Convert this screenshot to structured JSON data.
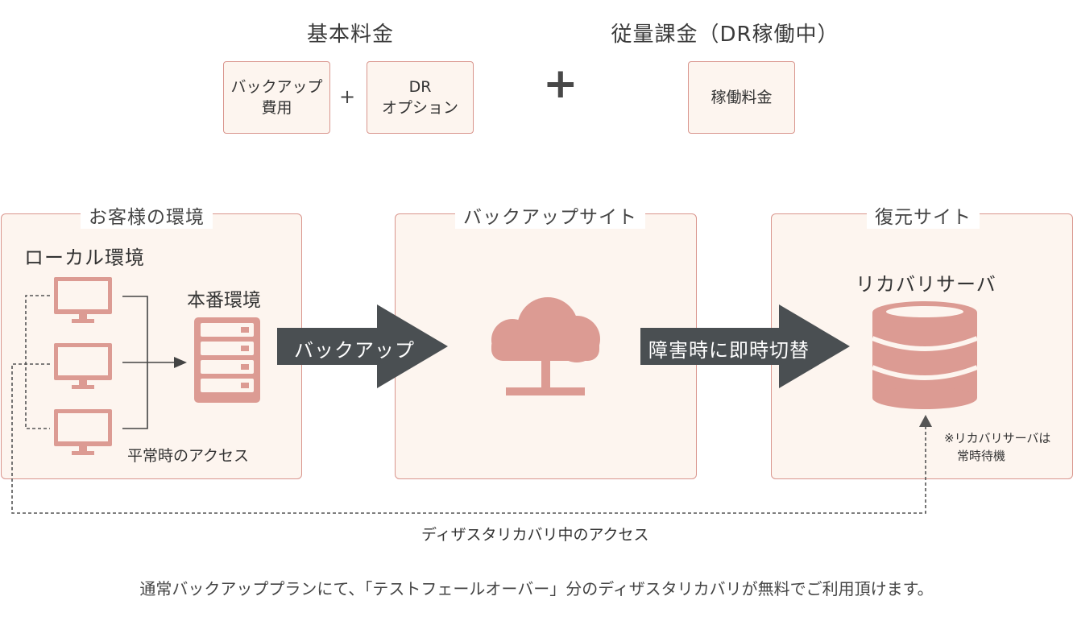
{
  "pricing": {
    "basic_title": "基本料金",
    "usage_title": "従量課金（DR稼働中）",
    "backup_fee": "バックアップ\n費用",
    "dr_option": "DR\nオプション",
    "small_plus": "+",
    "big_plus": "+",
    "operation_fee": "稼働料金"
  },
  "customer": {
    "title": "お客様の環境",
    "local_env": "ローカル環境",
    "production_env": "本番環境",
    "normal_access": "平常時のアクセス"
  },
  "arrows": {
    "backup": "バックアップ",
    "failover": "障害時に即時切替"
  },
  "backup_site": {
    "title": "バックアップサイト"
  },
  "recovery_site": {
    "title": "復元サイト",
    "server_label": "リカバリサーバ",
    "standby_note_1": "※リカバリサーバは",
    "standby_note_2": "常時待機"
  },
  "dr_access": "ディザスタリカバリ中のアクセス",
  "footer_note": "通常バックアッププランにて、「テストフェールオーバー」分のディザスタリカバリが無料でご利用頂けます。",
  "colors": {
    "accent": "#d9958d",
    "icon_fill": "#dc9b93",
    "arrow": "#4a4f52",
    "panel_bg": "#fdf5ef"
  }
}
